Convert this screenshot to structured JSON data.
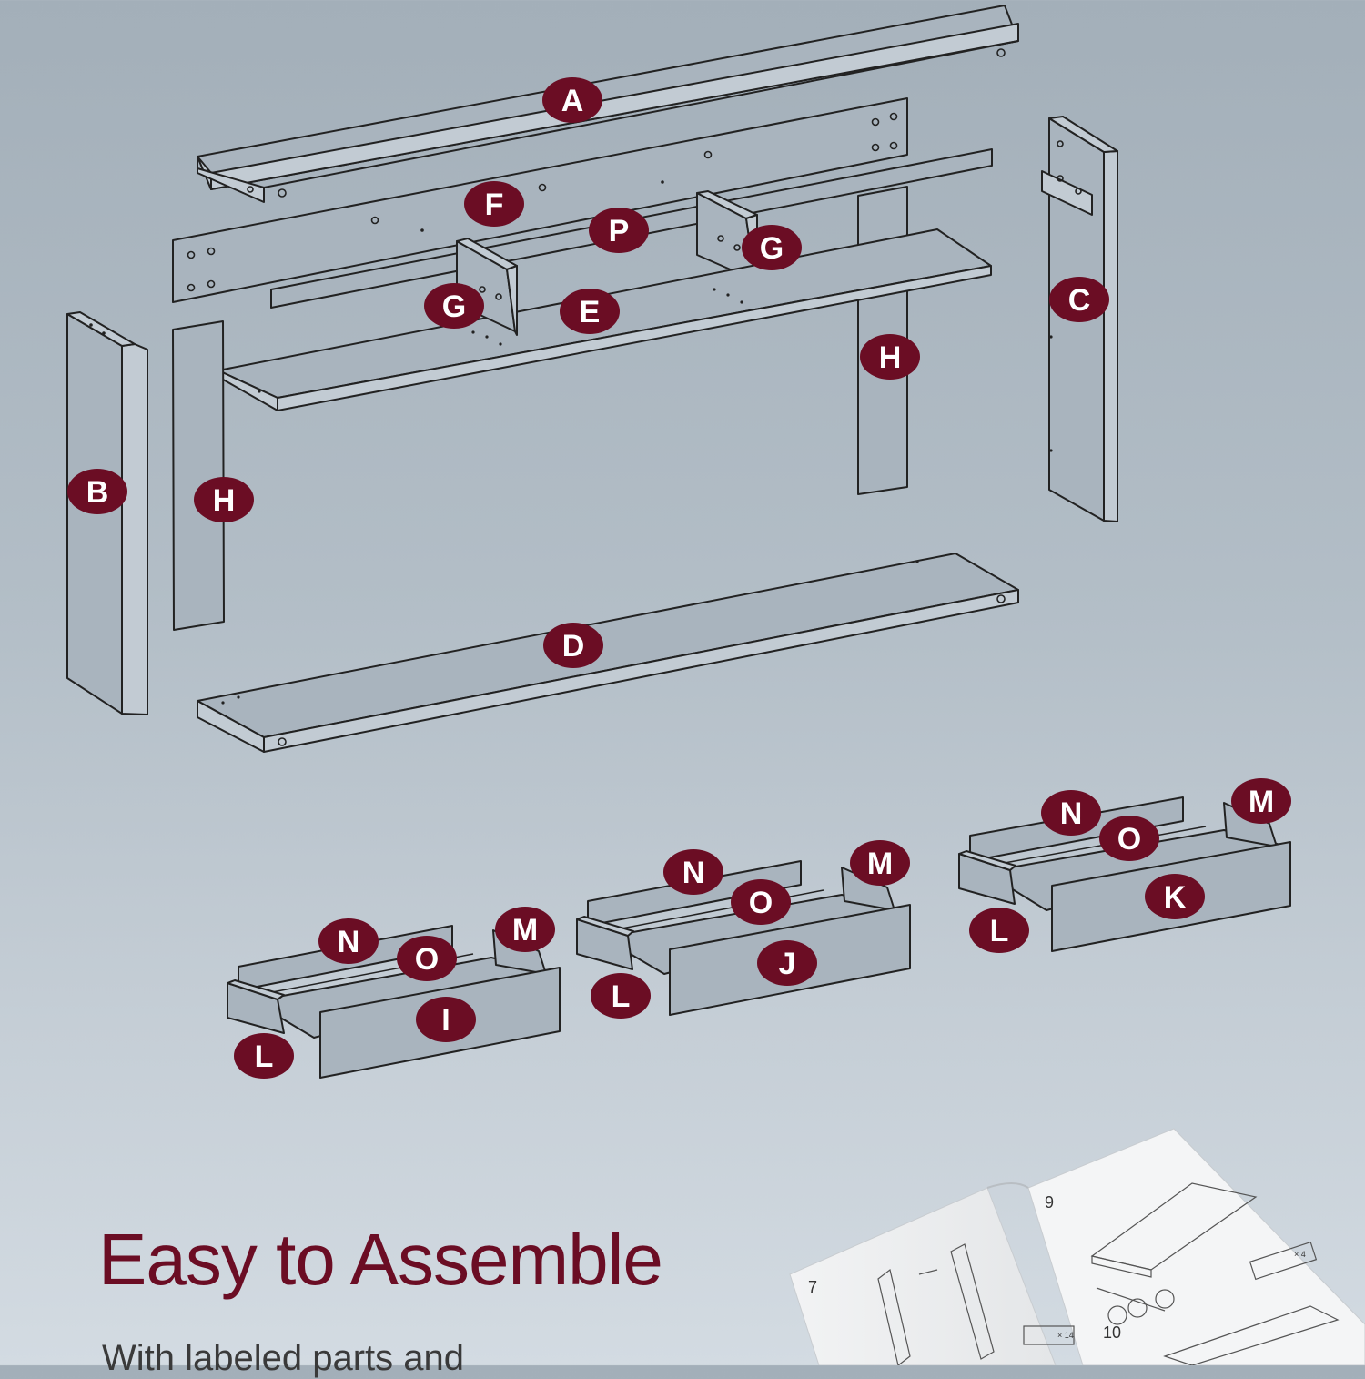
{
  "headline": "Easy to Assemble",
  "subheadline": "With labeled parts and",
  "colors": {
    "label_badge": "#6b0d24",
    "headline": "#6b0d24",
    "background_top": "#a3afb9",
    "background_bottom": "#d3dbe2"
  },
  "part_labels": {
    "top_panel": "A",
    "left_side_panel": "B",
    "right_side_panel": "C",
    "bottom_shelf": "D",
    "middle_shelf": "E",
    "back_rail": "F",
    "left_divider": "G",
    "right_divider": "G",
    "back_strip": "P",
    "left_leg_inner": "H",
    "right_leg_inner": "H",
    "drawer1_front": "I",
    "drawer1_back": "N",
    "drawer1_bottom": "O",
    "drawer1_left_side": "L",
    "drawer1_right_side": "M",
    "drawer2_front": "J",
    "drawer2_back": "N",
    "drawer2_bottom": "O",
    "drawer2_left_side": "L",
    "drawer2_right_side": "M",
    "drawer3_front": "K",
    "drawer3_back": "N",
    "drawer3_bottom": "O",
    "drawer3_left_side": "L",
    "drawer3_right_side": "M"
  },
  "manual": {
    "left_page_number": "7",
    "right_page_number": "9",
    "step_number": "10",
    "count_a": "× 14",
    "count_b": "× 4"
  }
}
